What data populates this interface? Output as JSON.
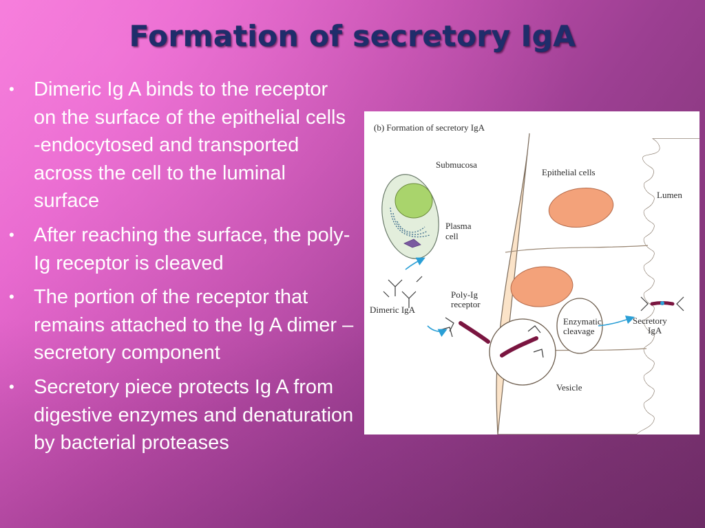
{
  "slide": {
    "title": "Formation of secretory IgA",
    "bullets": [
      "Dimeric Ig A binds to the receptor on the surface of the epithelial cells -endocytosed and transported across the cell to the luminal surface",
      "After reaching the surface, the poly-Ig receptor is cleaved",
      "The portion of the receptor that remains attached to the Ig A dimer – secretory component",
      "Secretory piece protects Ig A from digestive enzymes and denaturation by bacterial proteases"
    ],
    "bullet_glyph": "•"
  },
  "figure": {
    "caption": "(b) Formation of secretory IgA",
    "labels": {
      "submucosa": "Submucosa",
      "epithelial_cells": "Epithelial cells",
      "lumen": "Lumen",
      "plasma_cell_line1": "Plasma",
      "plasma_cell_line2": "cell",
      "poly_ig_line1": "Poly-Ig",
      "poly_ig_line2": "receptor",
      "dimeric_iga": "Dimeric IgA",
      "enzymatic_line1": "Enzymatic",
      "enzymatic_line2": "cleavage",
      "secretory_line1": "Secretory",
      "secretory_line2": "IgA",
      "vesicle": "Vesicle"
    }
  },
  "colors": {
    "title": "#1f2d6b",
    "bullet_text": "#ffffff",
    "epithelium": "#fbe3c8",
    "nucleus": "#f3a27a",
    "plasma_cytoplasm": "#e3eedc",
    "plasma_nucleus": "#a9d46c",
    "receptor": "#7a1540"
  }
}
